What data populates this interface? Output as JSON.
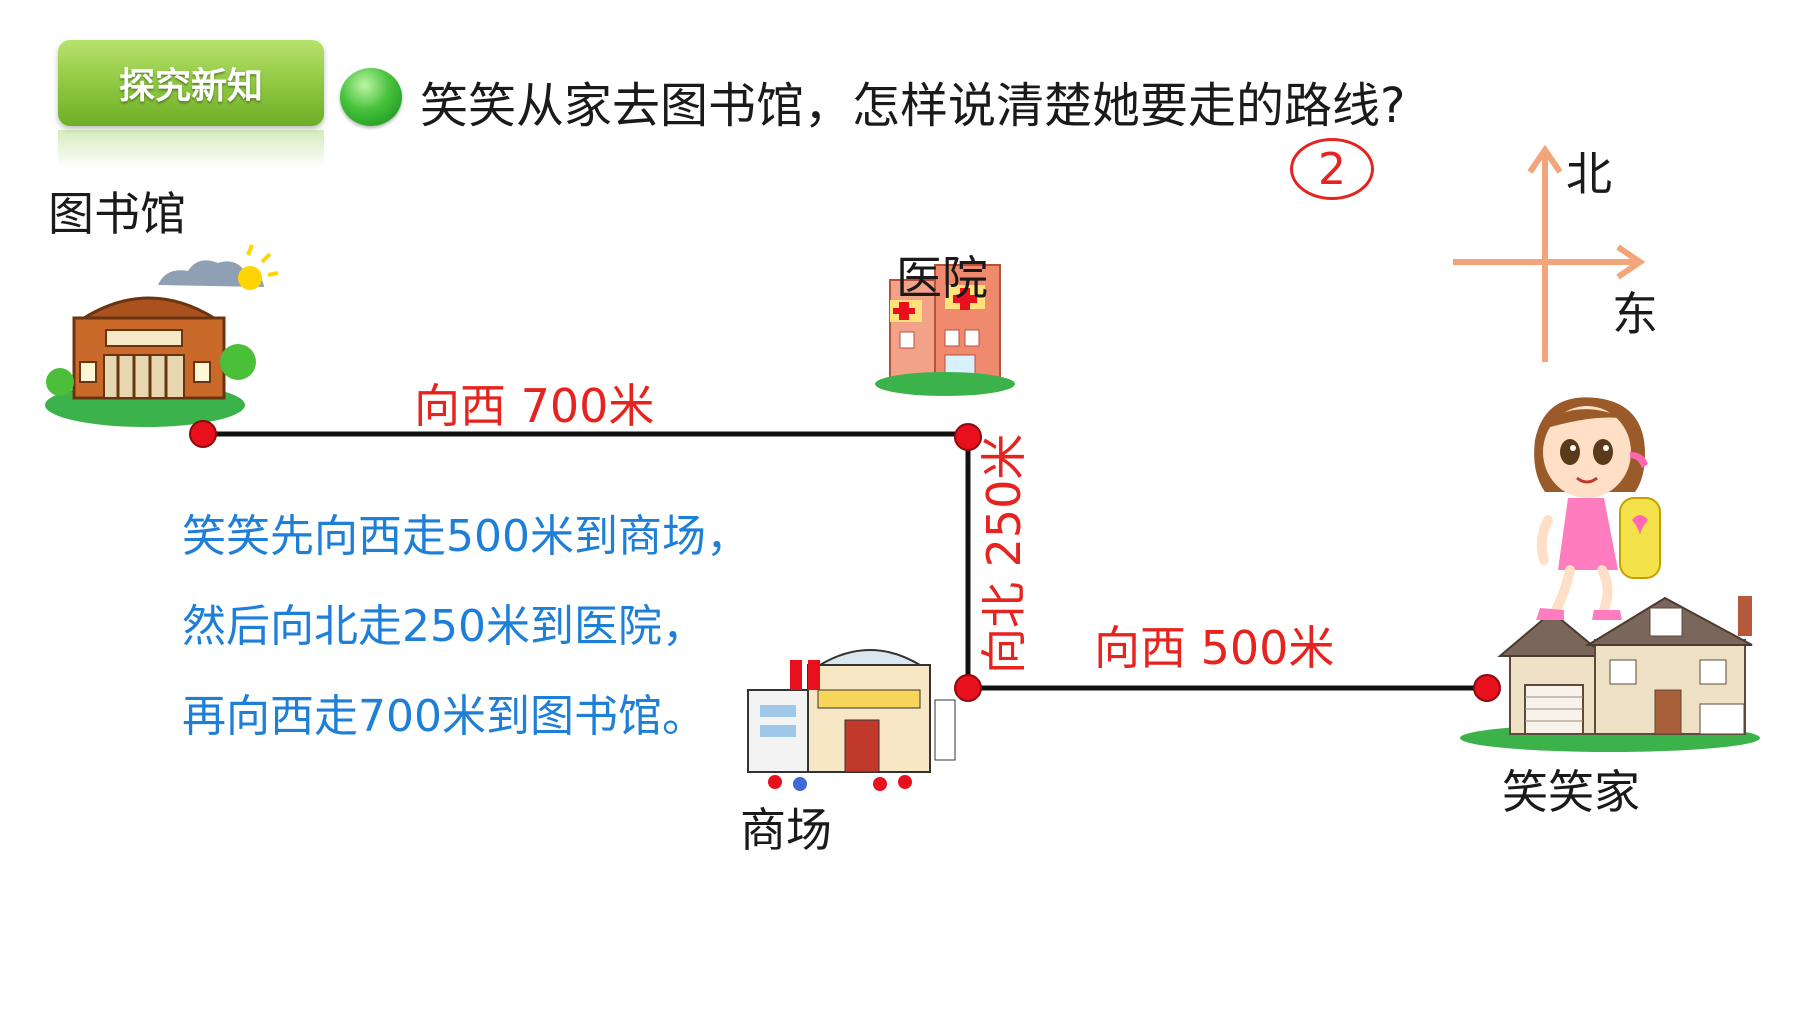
{
  "header": {
    "badge_label": "探究新知",
    "question": "笑笑从家去图书馆，怎样说清楚她要走的路线?"
  },
  "step_number": "2",
  "compass": {
    "north_label": "北",
    "east_label": "东"
  },
  "places": {
    "library": "图书馆",
    "hospital": "医院",
    "mall": "商场",
    "home": "笑笑家"
  },
  "segments": {
    "home_to_mall": "向西  500米",
    "mall_to_hospital": "向北  250米",
    "hospital_to_library": "向西  700米"
  },
  "description": [
    "笑笑先向西走500米到商场，",
    "然后向北走250米到医院，",
    "再向西走700米到图书馆。"
  ],
  "colors": {
    "route_line": "#111111",
    "route_point": "#e8101c",
    "direction_text": "#e52420",
    "description_text": "#1e7fd8",
    "compass_arrow": "#f2a57a",
    "badge_green": "#8cc63f"
  },
  "icons": [
    "library-building-icon",
    "hospital-building-icon",
    "mall-building-icon",
    "girl-with-backpack-icon",
    "house-icon"
  ]
}
